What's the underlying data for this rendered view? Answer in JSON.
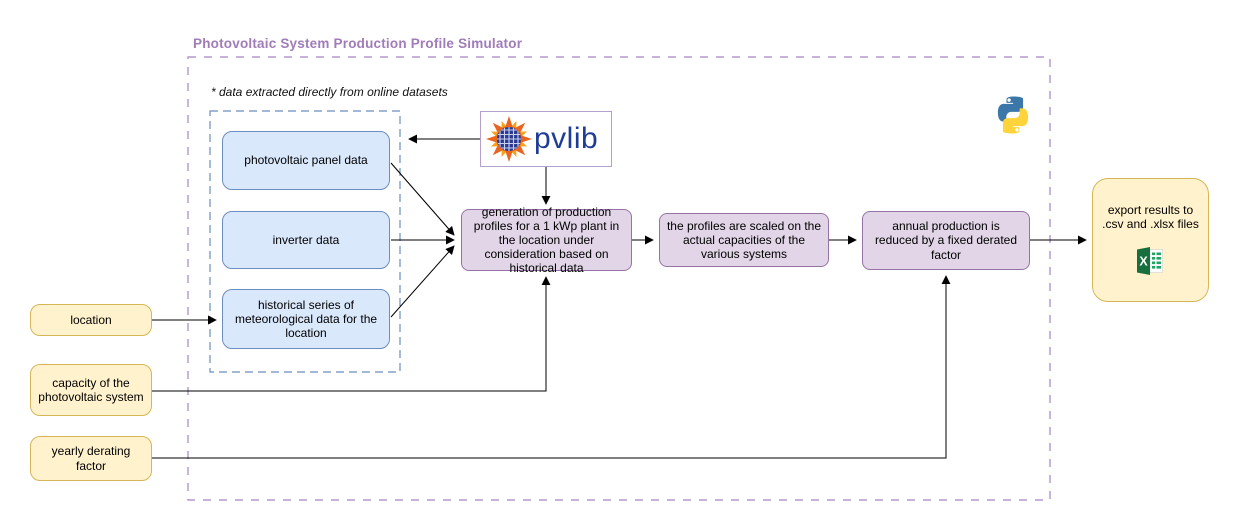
{
  "diagram": {
    "title": "Photovoltaic System Production Profile Simulator",
    "note": "* data extracted directly from online datasets",
    "datasets": [
      {
        "label": "photovoltaic panel data"
      },
      {
        "label": "inverter data"
      },
      {
        "label": "historical series of meteorological data for the location"
      }
    ],
    "processes": [
      {
        "label": "generation of production profiles for a 1 kWp plant in the location under consideration based on historical data"
      },
      {
        "label": "the profiles are scaled on the actual capacities of the various systems"
      },
      {
        "label": "annual production is reduced by a fixed derated factor"
      }
    ],
    "inputs": [
      {
        "label": "location"
      },
      {
        "label": "capacity of the photovoltaic system"
      },
      {
        "label": "yearly derating factor"
      }
    ],
    "output": {
      "label": "export results to .csv and .xlsx files"
    },
    "logos": {
      "pvlib_text": "pvlib",
      "pvlib_sun_icon": "sun-solar-panel-icon",
      "python_icon": "python-logo-icon",
      "excel_icon": "excel-icon"
    },
    "colors": {
      "title": "#a07cb8",
      "outer_boundary": "#a584c4",
      "datasets_boundary": "#6c8ebf",
      "dataset_fill": "#dae8fc",
      "dataset_border": "#6c8ebf",
      "process_fill": "#e1d5e7",
      "process_border": "#9673a6",
      "input_fill": "#fff2cc",
      "input_border": "#d6b656",
      "pvlib_text_color": "#1e3c96",
      "arrow_color": "#000000"
    }
  }
}
